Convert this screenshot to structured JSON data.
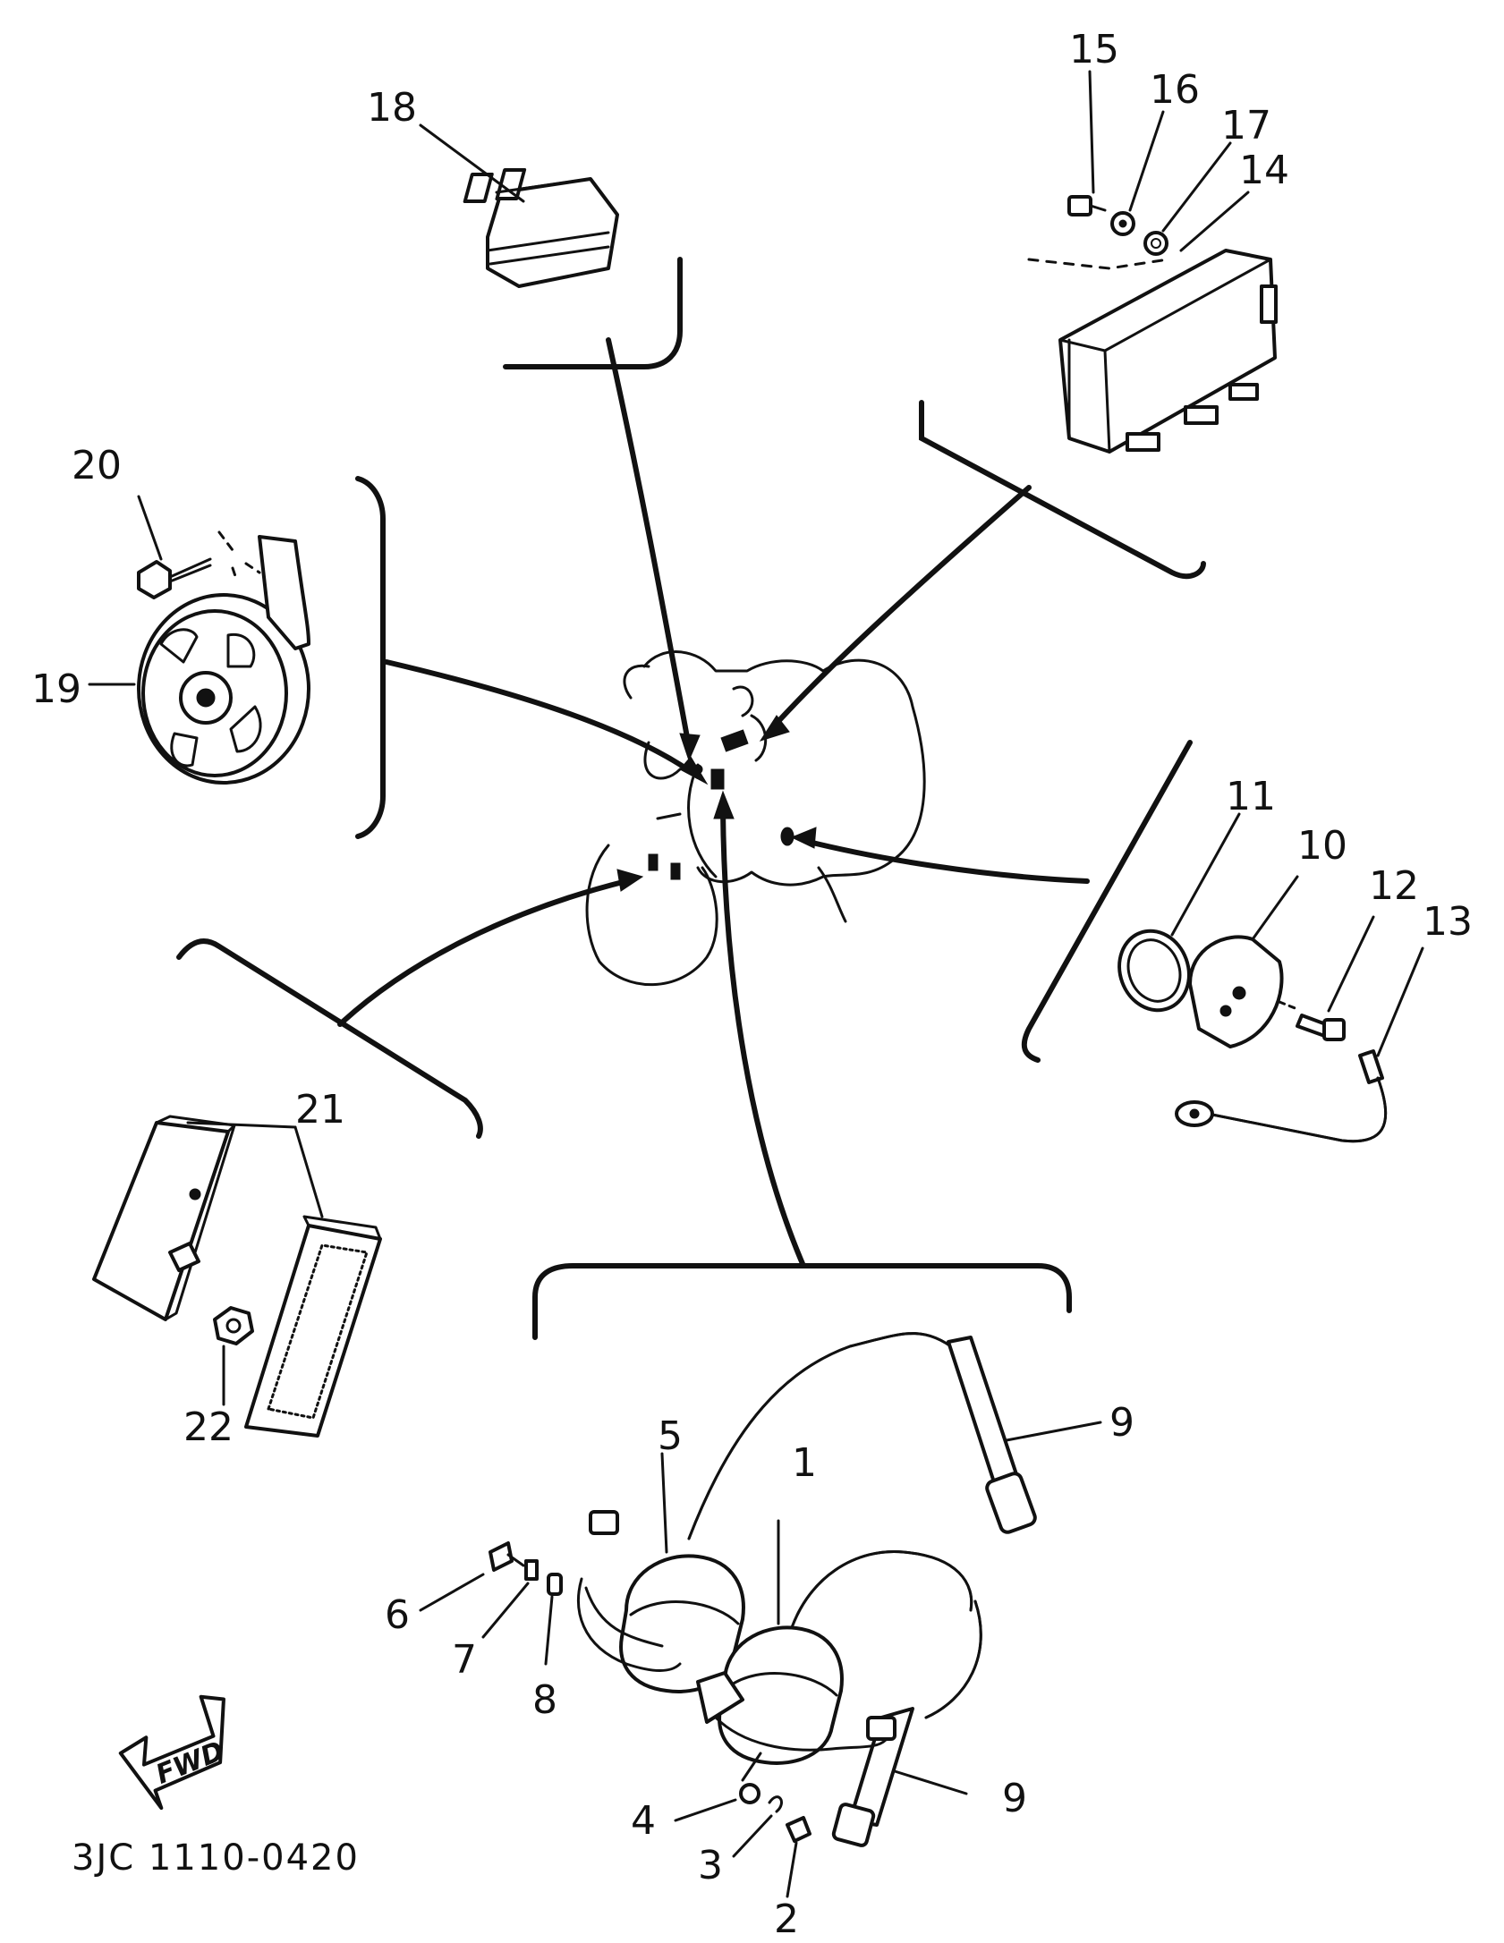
{
  "labels": {
    "p1": "1",
    "p2": "2",
    "p3": "3",
    "p4": "4",
    "p5": "5",
    "p6": "6",
    "p7": "7",
    "p8": "8",
    "p9a": "9",
    "p9b": "9",
    "p10": "10",
    "p11": "11",
    "p12": "12",
    "p13": "13",
    "p14": "14",
    "p15": "15",
    "p16": "16",
    "p17": "17",
    "p18": "18",
    "p19": "19",
    "p20": "20",
    "p21": "21",
    "p22": "22"
  },
  "drawing_code": "3JC 1110-0420",
  "fwd_label": "FWD"
}
